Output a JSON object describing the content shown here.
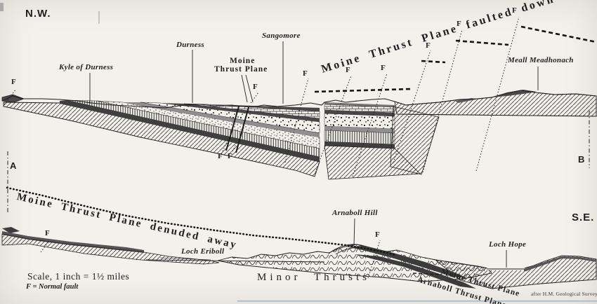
{
  "compass": {
    "nw": "N.W.",
    "se": "S.E."
  },
  "section_markers": {
    "a": "A",
    "b": "B",
    "fault": "F"
  },
  "annotations": {
    "faulted_title": "Moine Thrust Plane faulted down",
    "denuded_title": "Moine Thrust Plane denuded away",
    "minor_thrusts": "Minor Thrusts",
    "moine_thrust_plane_line1": "Moine",
    "moine_thrust_plane_line2": "Thrust Plane",
    "moine_thrust_plane_lower": "Moine Thrust Plane",
    "arnaboll_thrust_plane": "Arnaboll Thrust Plane"
  },
  "places": {
    "kyle_of_durness": "Kyle of Durness",
    "durness": "Durness",
    "sangomore": "Sangomore",
    "meall_meadhonach": "Meall Meadhonach",
    "arnaboll_hill": "Arnaboll Hill",
    "loch_eriboll": "Loch Eriboll",
    "loch_hope": "Loch Hope"
  },
  "legend": {
    "scale": "Scale, 1 inch = 1½ miles",
    "fault_key": "F = Normal fault"
  },
  "attribution": "after H.M. Geological Survey",
  "colors": {
    "ink": "#1f1f1f",
    "paper": "#f3f1ec",
    "artifact_blue": "#93a5cc"
  }
}
